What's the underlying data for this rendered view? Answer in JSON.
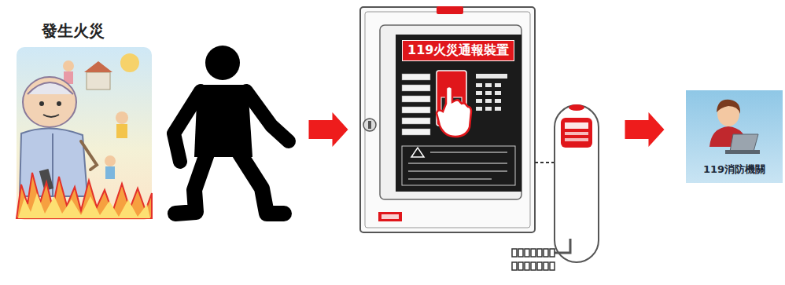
{
  "diagram": {
    "nodes": [
      {
        "text": [
          "發生火災"
        ]
      },
      {
        "text": [
          "119火災通報裝置"
        ]
      },
      {
        "text": [
          "119消防機關"
        ]
      }
    ],
    "edges": [
      {
        "from": 0,
        "to": 1,
        "arrow": "to"
      },
      {
        "from": 1,
        "to": 2,
        "arrow": "to"
      }
    ]
  }
}
